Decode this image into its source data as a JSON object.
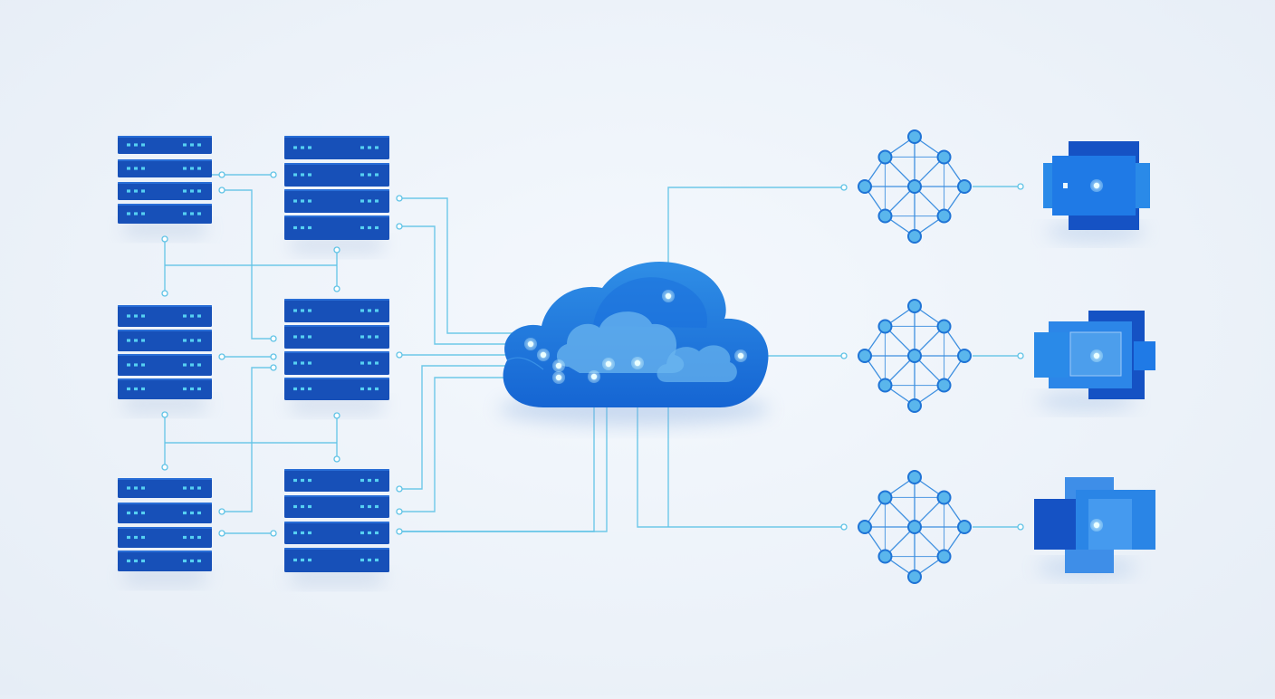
{
  "diagram": {
    "colors": {
      "background": "#eef3f9",
      "server_dark": "#1750b8",
      "server_mid": "#1f63cf",
      "server_led": "#56d0f2",
      "line": "#5fc3e6",
      "node": "#5ab6ec",
      "node_ring": "#1f74d6",
      "cloud_back": "#1a6fdc",
      "cloud_mid": "#2f8ee6",
      "cloud_front": "#6bb6ef",
      "device_dark": "#1552c4",
      "device_light": "#2a8ae8",
      "glow": "#c8f3ff"
    },
    "icons": {
      "server": "server-rack-icon",
      "cloud": "cloud-icon",
      "mesh": "network-mesh-icon",
      "device": "endpoint-device-icon"
    },
    "server_racks": 6,
    "mesh_networks": 3,
    "endpoint_devices": 3,
    "cloud_hubs": 1
  }
}
